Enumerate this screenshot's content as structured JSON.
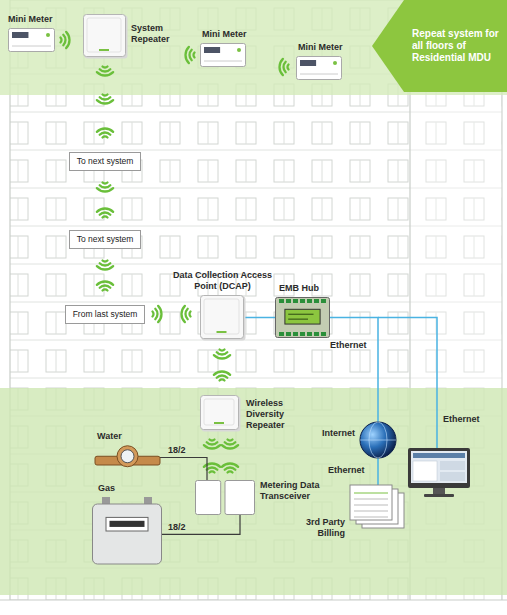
{
  "diagram": {
    "nodes": [
      {
        "text": [
          "Mini Meter"
        ]
      },
      {
        "text": [
          "System Repeater"
        ]
      },
      {
        "text": [
          "Mini Meter"
        ]
      },
      {
        "text": [
          "Mini Meter"
        ]
      },
      {
        "text": [
          "Repeat system for all floors of Residential MDU"
        ]
      },
      {
        "text": [
          "To next system"
        ]
      },
      {
        "text": [
          "To next system"
        ]
      },
      {
        "text": [
          "From last system"
        ]
      },
      {
        "text": [
          "Data Collection Access Point (DCAP)"
        ]
      },
      {
        "text": [
          "EMB Hub"
        ]
      },
      {
        "text": [
          "Wireless Diversity Repeater"
        ]
      },
      {
        "text": [
          "Water"
        ]
      },
      {
        "text": [
          "Internet"
        ]
      },
      {
        "text": [
          "Gas"
        ]
      },
      {
        "text": [
          "Metering Data Transceiver"
        ]
      },
      {
        "text": [
          "3rd Party Billing"
        ]
      }
    ],
    "edges": [
      {
        "from": 8,
        "to": 9,
        "arrow": "none"
      },
      {
        "from": 9,
        "to": 12,
        "label": "Ethernet",
        "arrow": "none"
      },
      {
        "from": 12,
        "to": 15,
        "label": "Ethernet",
        "arrow": "none"
      },
      {
        "from": 11,
        "to": 14,
        "label": "18/2",
        "arrow": "none"
      },
      {
        "from": 13,
        "to": 14,
        "label": "18/2",
        "arrow": "none"
      }
    ],
    "labels": [
      "Ethernet"
    ]
  }
}
